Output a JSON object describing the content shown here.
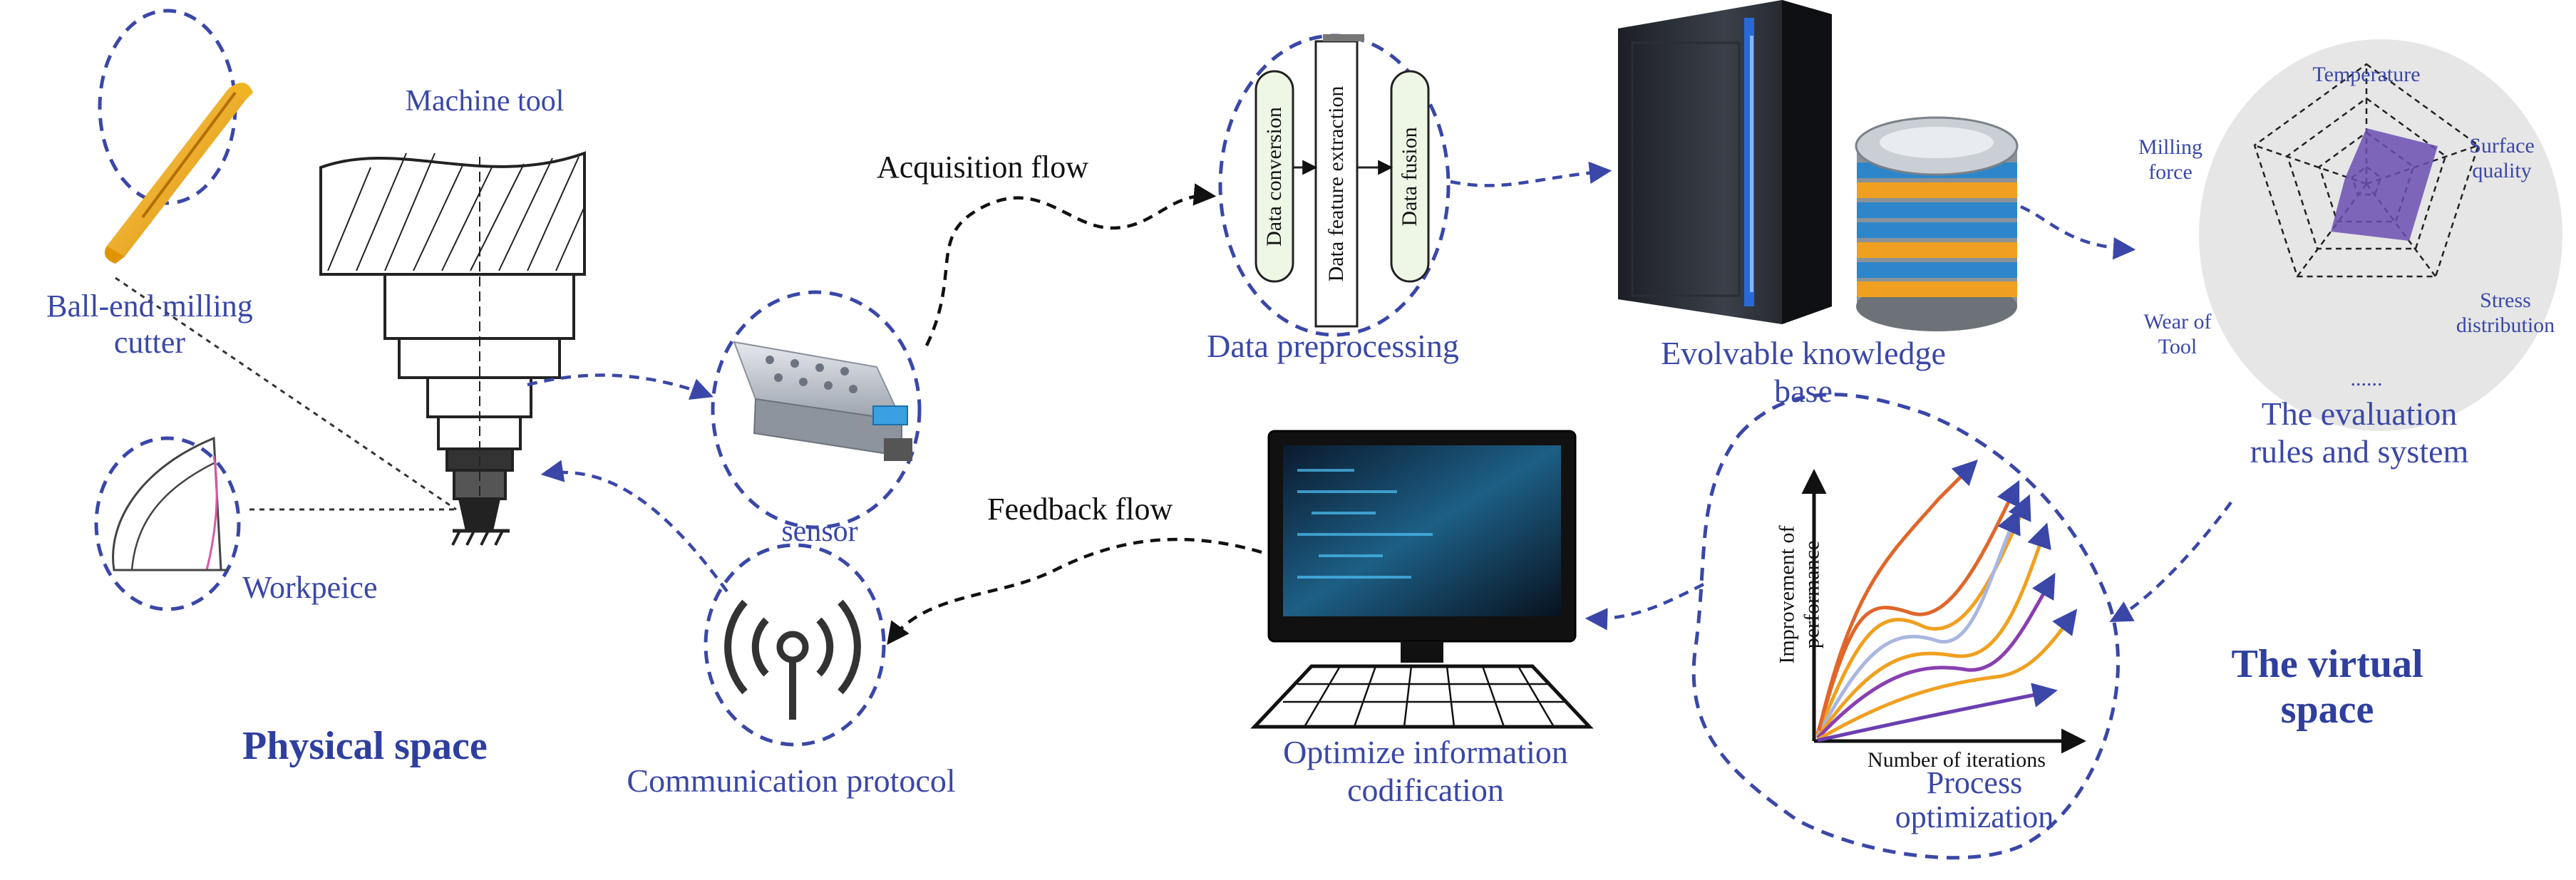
{
  "colors": {
    "label": "#3a47a8",
    "dash_link": "#3a47a8",
    "black_flow": "#111111",
    "radar_fill": "#6a4fb0",
    "circle_bg": "#e6e6e6"
  },
  "labels": {
    "machine_tool": "Machine tool",
    "ball_end_cutter": "Ball-end milling\ncutter",
    "workpiece": "Workpeice",
    "sensor": "sensor",
    "communication": "Communication protocol",
    "physical_space": "Physical space",
    "acquisition_flow": "Acquisition flow",
    "feedback_flow": "Feedback flow",
    "data_preprocessing": "Data preprocessing",
    "data_conversion": "Data conversion",
    "data_feature_extraction": "Data feature extraction",
    "data_fusion": "Data fusion",
    "knowledge_base": "Evolvable knowledge\nbase",
    "evaluation": "The evaluation\nrules and system",
    "optimize_info": "Optimize information\ncodification",
    "process_optimization": "Process\noptimization",
    "virtual_space": "The virtual\nspace",
    "radar_temperature": "Temperature",
    "radar_surface_quality": "Surface\nquality",
    "radar_stress": "Stress\ndistribution",
    "radar_wear": "Wear of\nTool",
    "radar_milling_force": "Milling\nforce",
    "radar_more": "......",
    "chart_y_axis": "Improvement of\nperformance",
    "chart_x_axis": "Number of iterations"
  },
  "icons": [
    "ball-end-cutter-icon",
    "workpiece-icon",
    "machine-tool-icon",
    "sensor-icon",
    "antenna-icon",
    "server-tower-icon",
    "database-icon",
    "radar-chart-icon",
    "computer-monitor-icon",
    "keyboard-icon",
    "performance-chart-icon"
  ]
}
